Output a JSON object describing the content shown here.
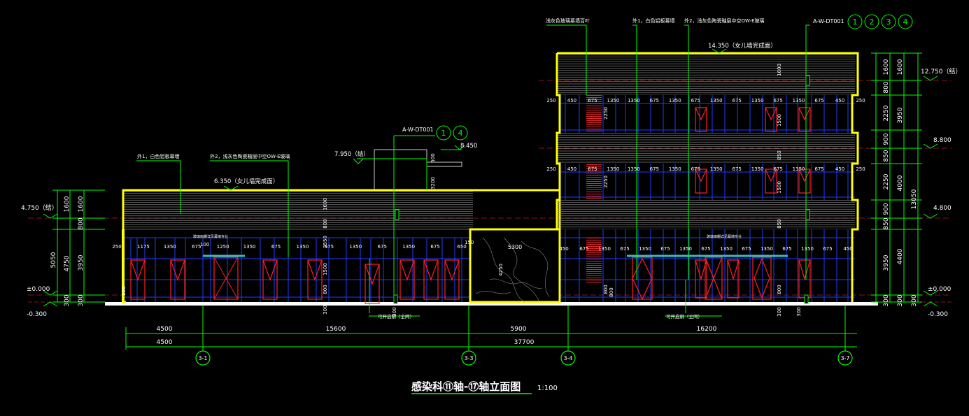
{
  "title": {
    "main": "感染科⑪轴-⑰轴立面图",
    "scale": "1:100"
  },
  "colors": {
    "background": "#000000",
    "outline": "#ffff00",
    "dimension": "#00ff00",
    "panel": "#ffffff",
    "glass_blue": "#1e3cff",
    "red": "#ff2020"
  },
  "annotations": {
    "callout_left_1": "外1，白色铝板幕墙",
    "callout_left_2": "外2，浅灰色陶瓷釉层中空OW-E玻璃",
    "callout_right_0": "浅灰色玻璃幕墙百叶",
    "callout_right_1": "外1，白色铝板幕墙",
    "callout_right_2": "外2，浅灰色陶瓷釉层中空OW-E玻璃",
    "level_roof_low": "6.350（女儿墙完成面）",
    "level_roof_high": "14.350（女儿墙完成面）",
    "level_795": "7.950（结）",
    "level_845": "8.450",
    "detail_ref_left": "A-W-DT001",
    "detail_ref_right": "A-W-DT001",
    "detail_nums_left": [
      "1",
      "4"
    ],
    "detail_nums_right": [
      "1",
      "2",
      "3",
      "4"
    ],
    "openable_left": "可开启扇（全同）",
    "openable_right": "可开启扇（全同）",
    "small_note_left": "玻璃雨棚详见幕墙专业",
    "small_note_right": "玻璃雨棚详见幕墙专业"
  },
  "levels_left": {
    "l475": "4.750（结）",
    "l000": "±0.000",
    "l030": "-0.300"
  },
  "levels_right": {
    "l1275": "12.750（结）",
    "l880": "8.800",
    "l480": "4.800",
    "l000": "±0.000",
    "l030": "-0.300"
  },
  "dims_left_vertical": {
    "outer": [
      "5050",
      "4750",
      "300"
    ],
    "inner": [
      "1600",
      "800",
      "3950",
      "300"
    ],
    "mid": [
      "1600",
      "800",
      "3550",
      "1500",
      "800",
      "300"
    ],
    "annex": [
      "500",
      "3200"
    ]
  },
  "dims_right_vertical": {
    "outer": [
      "13050",
      "300"
    ],
    "mid": [
      "1600",
      "3950",
      "4000",
      "4400",
      "300"
    ],
    "inner": [
      "1600",
      "800",
      "2250",
      "900",
      "850",
      "2250",
      "900",
      "850",
      "3950",
      "300"
    ],
    "facade": [
      "1600",
      "850",
      "1500",
      "850",
      "1500",
      "800",
      "300"
    ],
    "stair": [
      "2250",
      "2250",
      "800"
    ],
    "entrance": [
      "4250"
    ]
  },
  "dims_horizontal_row1": [
    "4500",
    "15600",
    "5900",
    "16200"
  ],
  "dims_horizontal_row2": [
    "4500",
    "37700"
  ],
  "window_dims_left": [
    "250",
    "1175",
    "1350",
    "675",
    "1250",
    "1350",
    "675",
    "1350",
    "675",
    "1350",
    "675",
    "1350",
    "675",
    "650"
  ],
  "window_dims_mid": [
    "150",
    "5300"
  ],
  "window_dims_right": [
    "450",
    "675",
    "1350",
    "675",
    "1350",
    "675",
    "1350",
    "675",
    "1350",
    "675",
    "1350",
    "675",
    "1350",
    "675",
    "450"
  ],
  "window_dims_upper": [
    "250",
    "450",
    "675",
    "1350",
    "1350",
    "675",
    "1350",
    "675",
    "1350",
    "675",
    "1350",
    "675",
    "1350",
    "675",
    "450",
    "250"
  ],
  "misc": {
    "d100": "100",
    "d300a": "300",
    "d300b": "300",
    "d800a": "800",
    "d800b": "800"
  },
  "axes": [
    "3-1",
    "3-3",
    "3-4",
    "3-7"
  ]
}
